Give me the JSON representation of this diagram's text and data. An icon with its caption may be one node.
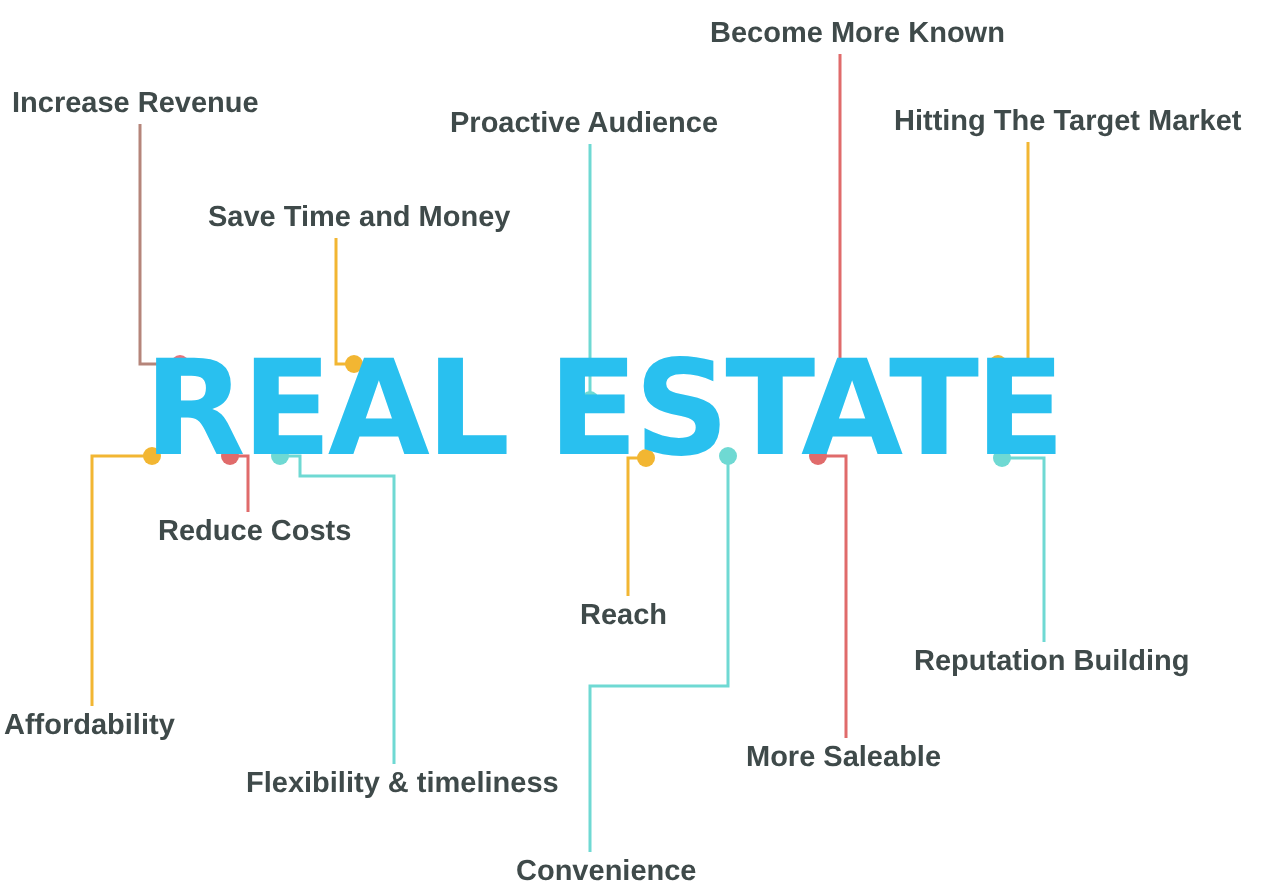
{
  "diagram": {
    "nodes": [
      {
        "text": [
          "REAL ESTATE"
        ]
      },
      {
        "text": [
          "Increase Revenue"
        ]
      },
      {
        "text": [
          "Save Time and Money"
        ]
      },
      {
        "text": [
          "Proactive Audience"
        ]
      },
      {
        "text": [
          "Become More Known"
        ]
      },
      {
        "text": [
          "Hitting The Target Market"
        ]
      },
      {
        "text": [
          "Affordability"
        ]
      },
      {
        "text": [
          "Reduce Costs"
        ]
      },
      {
        "text": [
          "Flexibility & timeliness"
        ]
      },
      {
        "text": [
          "Reach"
        ]
      },
      {
        "text": [
          "Convenience"
        ]
      },
      {
        "text": [
          "More Saleable"
        ]
      },
      {
        "text": [
          "Reputation Building"
        ]
      }
    ],
    "edges": [
      {
        "from": 1,
        "to": 0,
        "arrow": "other",
        "color": "#b5857a"
      },
      {
        "from": 2,
        "to": 0,
        "arrow": "other",
        "color": "#f2b632"
      },
      {
        "from": 3,
        "to": 0,
        "arrow": "other",
        "color": "#6fd9d3"
      },
      {
        "from": 4,
        "to": 0,
        "arrow": "other",
        "color": "#e06b6b"
      },
      {
        "from": 5,
        "to": 0,
        "arrow": "other",
        "color": "#f2b632"
      },
      {
        "from": 6,
        "to": 0,
        "arrow": "other",
        "color": "#f2b632"
      },
      {
        "from": 7,
        "to": 0,
        "arrow": "other",
        "color": "#e06b6b"
      },
      {
        "from": 8,
        "to": 0,
        "arrow": "other",
        "color": "#6fd9d3"
      },
      {
        "from": 9,
        "to": 0,
        "arrow": "other",
        "color": "#f2b632"
      },
      {
        "from": 10,
        "to": 0,
        "arrow": "other",
        "color": "#6fd9d3"
      },
      {
        "from": 11,
        "to": 0,
        "arrow": "other",
        "color": "#e06b6b"
      },
      {
        "from": 12,
        "to": 0,
        "arrow": "other",
        "color": "#6fd9d3"
      }
    ]
  }
}
